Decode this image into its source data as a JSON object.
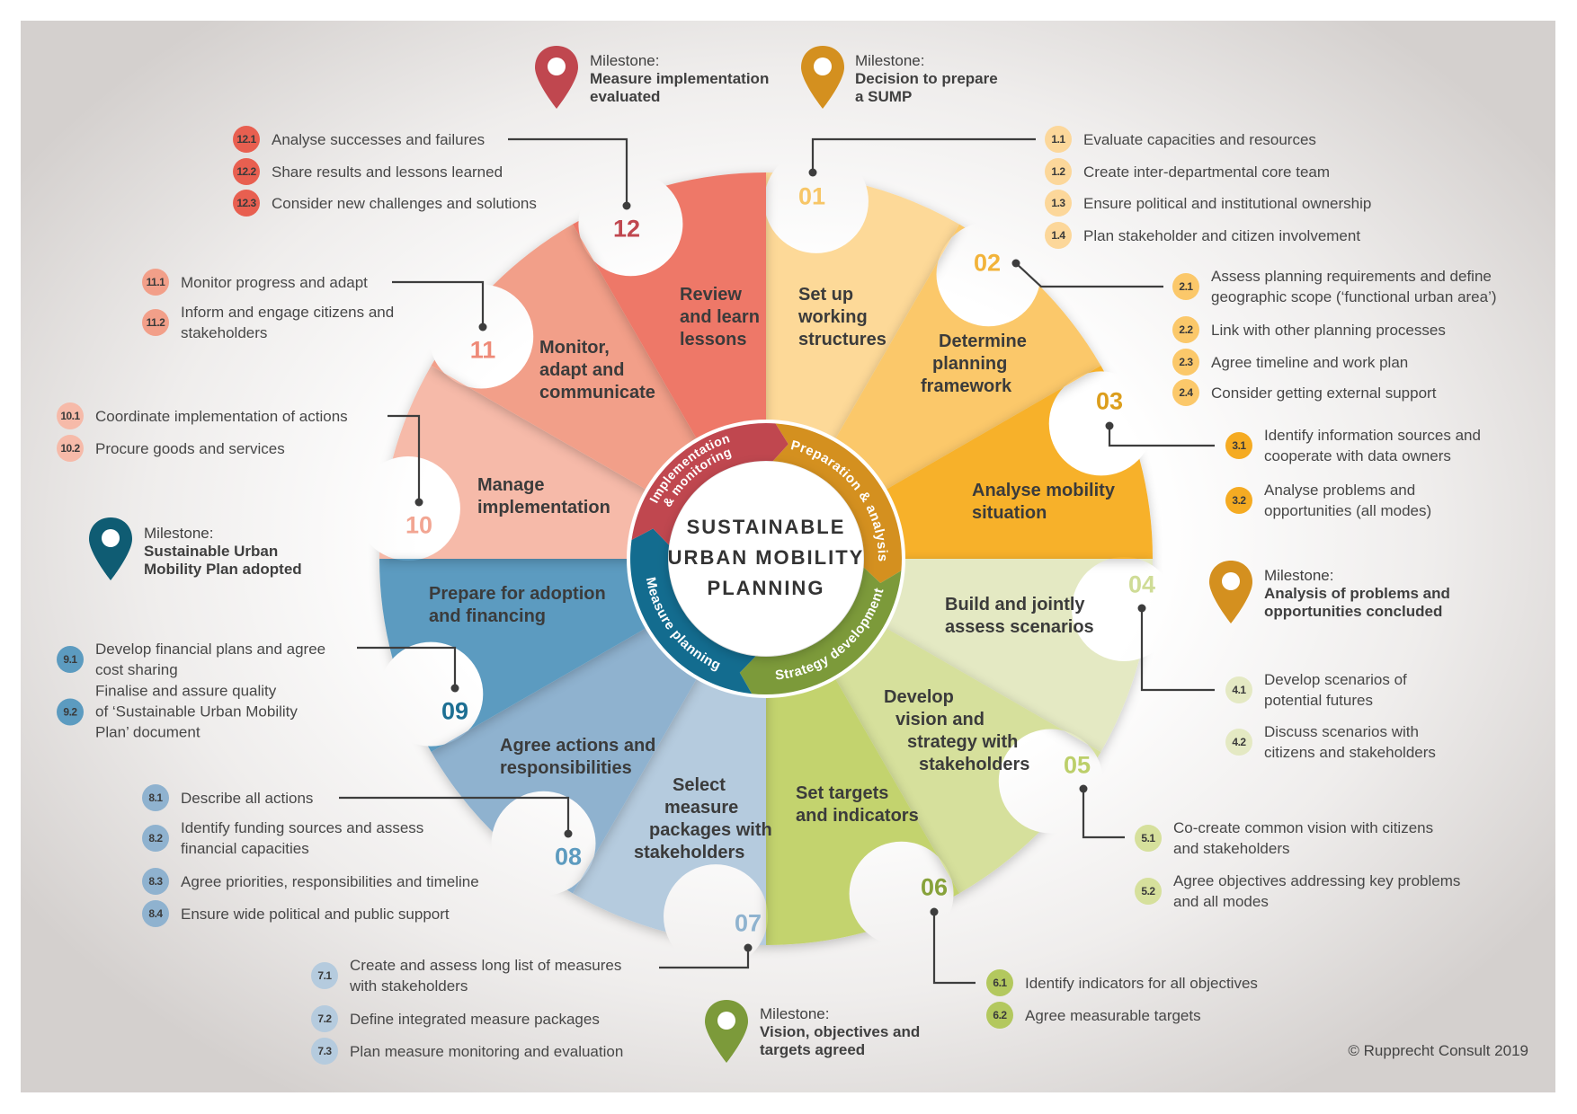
{
  "title": {
    "line1": "SUSTAINABLE",
    "line2": "URBAN MOBILITY",
    "line3": "PLANNING"
  },
  "phases": [
    {
      "label": "Preparation & analysis",
      "color": "#d4901f"
    },
    {
      "label": "Strategy development",
      "color": "#7c9a3a"
    },
    {
      "label": "Measure planning",
      "color": "#136c8f"
    },
    {
      "label_line1": "Implementation",
      "label_line2": "& monitoring",
      "color": "#c0474f"
    }
  ],
  "steps": [
    {
      "number": "01",
      "color": "#fdd998",
      "num_color": "#f7c667",
      "badge_color": "#fcd79a",
      "label_lines": [
        "Set up",
        "working",
        "structures"
      ],
      "tasks": [
        {
          "id": "1.1",
          "lines": [
            "Evaluate capacities and resources"
          ]
        },
        {
          "id": "1.2",
          "lines": [
            "Create inter-departmental core team"
          ]
        },
        {
          "id": "1.3",
          "lines": [
            "Ensure political and institutional ownership"
          ]
        },
        {
          "id": "1.4",
          "lines": [
            "Plan stakeholder and citizen involvement"
          ]
        }
      ]
    },
    {
      "number": "02",
      "color": "#fbc86a",
      "num_color": "#f2b33a",
      "badge_color": "#fbc86a",
      "label_lines": [
        "Determine",
        "planning",
        "framework"
      ],
      "tasks": [
        {
          "id": "2.1",
          "lines": [
            "Assess planning requirements and define",
            "geographic scope (‘functional urban area’)"
          ]
        },
        {
          "id": "2.2",
          "lines": [
            "Link with other planning processes"
          ]
        },
        {
          "id": "2.3",
          "lines": [
            "Agree timeline and work plan"
          ]
        },
        {
          "id": "2.4",
          "lines": [
            "Consider getting external support"
          ]
        }
      ]
    },
    {
      "number": "03",
      "color": "#f7b12a",
      "num_color": "#dc9e1c",
      "badge_color": "#f5ab22",
      "label_lines": [
        "Analyse mobility",
        "situation"
      ],
      "tasks": [
        {
          "id": "3.1",
          "lines": [
            "Identify information sources and",
            "cooperate with data owners"
          ]
        },
        {
          "id": "3.2",
          "lines": [
            "Analyse problems and",
            "opportunities (all modes)"
          ]
        }
      ]
    },
    {
      "number": "04",
      "color": "#e4e9c3",
      "num_color": "#cfdc96",
      "badge_color": "#e4e9c3",
      "label_lines": [
        "Build and jointly",
        "assess scenarios"
      ],
      "tasks": [
        {
          "id": "4.1",
          "lines": [
            "Develop scenarios of",
            "potential futures"
          ]
        },
        {
          "id": "4.2",
          "lines": [
            "Discuss scenarios with",
            "citizens and stakeholders"
          ]
        }
      ]
    },
    {
      "number": "05",
      "color": "#d6e09c",
      "num_color": "#bccf6a",
      "badge_color": "#d6e09c",
      "label_lines": [
        "Develop",
        "vision and",
        "strategy with",
        "stakeholders"
      ],
      "tasks": [
        {
          "id": "5.1",
          "lines": [
            "Co-create common vision with citizens",
            "and stakeholders"
          ]
        },
        {
          "id": "5.2",
          "lines": [
            "Agree objectives addressing key problems",
            "and all modes"
          ]
        }
      ]
    },
    {
      "number": "06",
      "color": "#c3d36e",
      "num_color": "#87a23a",
      "badge_color": "#b3c85e",
      "label_lines": [
        "Set targets",
        "and indicators"
      ],
      "tasks": [
        {
          "id": "6.1",
          "lines": [
            "Identify indicators for all objectives"
          ]
        },
        {
          "id": "6.2",
          "lines": [
            "Agree measurable targets"
          ]
        }
      ]
    },
    {
      "number": "07",
      "color": "#b5cbde",
      "num_color": "#8fb3cf",
      "badge_color": "#b5cbde",
      "label_lines": [
        "Select",
        "measure",
        "packages with",
        "stakeholders"
      ],
      "tasks": [
        {
          "id": "7.1",
          "lines": [
            "Create and assess long list of measures",
            "with stakeholders"
          ]
        },
        {
          "id": "7.2",
          "lines": [
            "Define integrated measure packages"
          ]
        },
        {
          "id": "7.3",
          "lines": [
            "Plan measure monitoring and evaluation"
          ]
        }
      ]
    },
    {
      "number": "08",
      "color": "#8fb2cf",
      "num_color": "#5d9bbf",
      "badge_color": "#8fb2cf",
      "label_lines": [
        "Agree actions and",
        "responsibilities"
      ],
      "tasks": [
        {
          "id": "8.1",
          "lines": [
            "Describe all actions"
          ]
        },
        {
          "id": "8.2",
          "lines": [
            "Identify funding sources and assess",
            "financial capacities"
          ]
        },
        {
          "id": "8.3",
          "lines": [
            "Agree priorities, responsibilities and timeline"
          ]
        },
        {
          "id": "8.4",
          "lines": [
            "Ensure wide political and public support"
          ]
        }
      ]
    },
    {
      "number": "09",
      "color": "#5c9bc0",
      "num_color": "#1d6f93",
      "badge_color": "#5c9bc0",
      "label_lines": [
        "Prepare for adoption",
        "and financing"
      ],
      "tasks": [
        {
          "id": "9.1",
          "lines": [
            "Develop financial plans and agree",
            "cost sharing"
          ]
        },
        {
          "id": "9.2",
          "lines": [
            "Finalise and assure quality",
            "of ‘Sustainable Urban Mobility",
            "Plan’ document"
          ]
        }
      ]
    },
    {
      "number": "10",
      "color": "#f6baa9",
      "num_color": "#f2a592",
      "badge_color": "#f6baa9",
      "label_lines": [
        "Manage",
        "implementation"
      ],
      "tasks": [
        {
          "id": "10.1",
          "lines": [
            "Coordinate implementation of actions"
          ]
        },
        {
          "id": "10.2",
          "lines": [
            "Procure goods and services"
          ]
        }
      ]
    },
    {
      "number": "11",
      "color": "#f29f89",
      "num_color": "#ee8a78",
      "badge_color": "#f29f89",
      "label_lines": [
        "Monitor,",
        "adapt and",
        "communicate"
      ],
      "tasks": [
        {
          "id": "11.1",
          "lines": [
            "Monitor progress and adapt"
          ]
        },
        {
          "id": "11.2",
          "lines": [
            "Inform and engage citizens and",
            "stakeholders"
          ]
        }
      ]
    },
    {
      "number": "12",
      "color": "#ee7868",
      "num_color": "#c0474f",
      "badge_color": "#e85f50",
      "label_lines": [
        "Review",
        "and learn",
        "lessons"
      ],
      "tasks": [
        {
          "id": "12.1",
          "lines": [
            "Analyse successes and failures"
          ]
        },
        {
          "id": "12.2",
          "lines": [
            "Share results and lessons learned"
          ]
        },
        {
          "id": "12.3",
          "lines": [
            "Consider new challenges and solutions"
          ]
        }
      ]
    }
  ],
  "milestones": [
    {
      "prefix": "Milestone:",
      "title_lines": [
        "Measure implementation",
        "evaluated"
      ],
      "color": "#c0474f"
    },
    {
      "prefix": "Milestone:",
      "title_lines": [
        "Decision to prepare",
        "a SUMP"
      ],
      "color": "#d4901f"
    },
    {
      "prefix": "Milestone:",
      "title_lines": [
        "Sustainable Urban",
        "Mobility Plan adopted"
      ],
      "color": "#0f5c73"
    },
    {
      "prefix": "Milestone:",
      "title_lines": [
        "Analysis of problems and",
        "opportunities concluded"
      ],
      "color": "#d4901f"
    },
    {
      "prefix": "Milestone:",
      "title_lines": [
        "Vision, objectives and",
        "targets agreed"
      ],
      "color": "#7c9a3a"
    }
  ],
  "copyright": "© Rupprecht Consult 2019"
}
